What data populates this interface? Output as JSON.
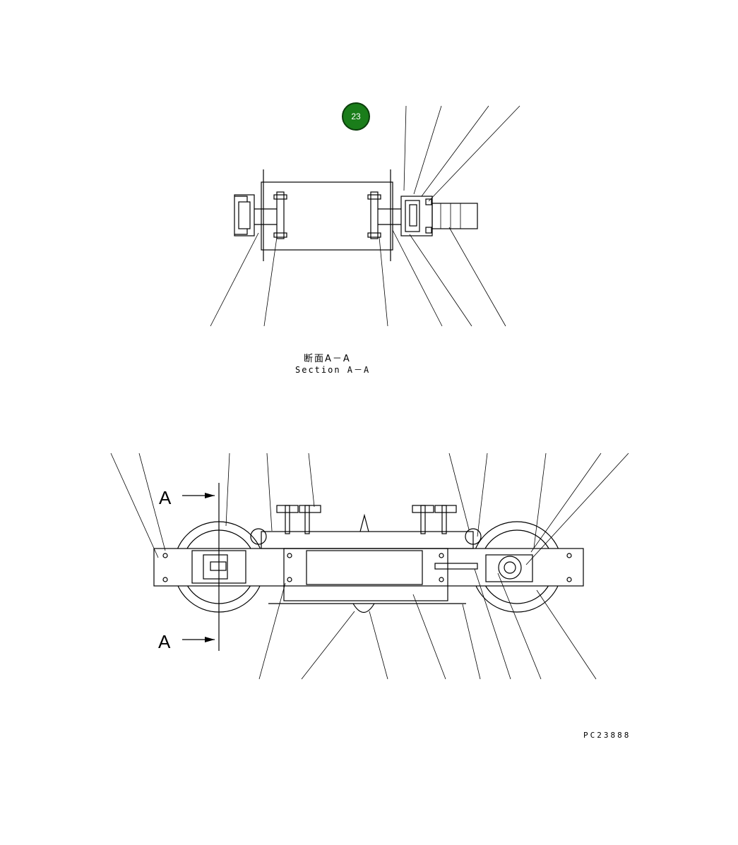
{
  "drawing": {
    "callout_badge": "23",
    "section_view_title_jp": "断面A－A",
    "section_view_title_en": "Section A－A",
    "section_marker_top": "A",
    "section_marker_bottom": "A",
    "drawing_code": "PC23888"
  },
  "colors": {
    "badge_fill": "#1a7d1a",
    "line": "#000000",
    "background": "#ffffff"
  }
}
